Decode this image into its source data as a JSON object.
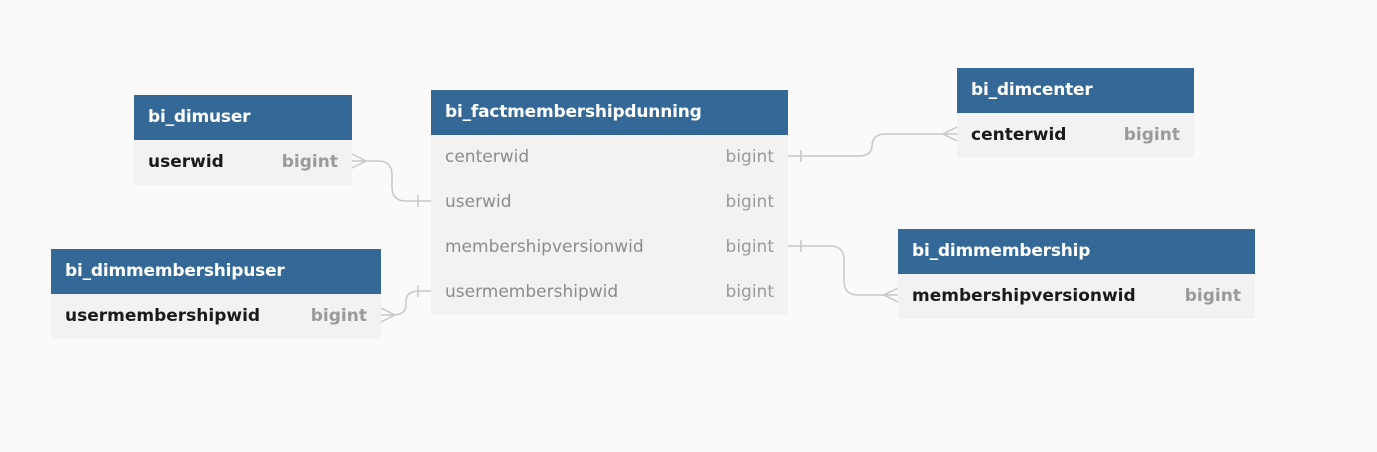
{
  "tables": {
    "dimuser": {
      "name": "bi_dimuser",
      "fields": [
        {
          "name": "userwid",
          "type": "bigint"
        }
      ]
    },
    "fact": {
      "name": "bi_factmembershipdunning",
      "fields": [
        {
          "name": "centerwid",
          "type": "bigint"
        },
        {
          "name": "userwid",
          "type": "bigint"
        },
        {
          "name": "membershipversionwid",
          "type": "bigint"
        },
        {
          "name": "usermembershipwid",
          "type": "bigint"
        }
      ]
    },
    "dimcenter": {
      "name": "bi_dimcenter",
      "fields": [
        {
          "name": "centerwid",
          "type": "bigint"
        }
      ]
    },
    "dimmembershipuser": {
      "name": "bi_dimmembershipuser",
      "fields": [
        {
          "name": "usermembershipwid",
          "type": "bigint"
        }
      ]
    },
    "dimmembership": {
      "name": "bi_dimmembership",
      "fields": [
        {
          "name": "membershipversionwid",
          "type": "bigint"
        }
      ]
    }
  },
  "relationships": [
    {
      "from": "bi_dimuser.userwid",
      "to": "bi_factmembershipdunning.userwid",
      "from_end": "many",
      "to_end": "one"
    },
    {
      "from": "bi_factmembershipdunning.centerwid",
      "to": "bi_dimcenter.centerwid",
      "from_end": "one",
      "to_end": "many"
    },
    {
      "from": "bi_dimmembershipuser.usermembershipwid",
      "to": "bi_factmembershipdunning.usermembershipwid",
      "from_end": "many",
      "to_end": "one"
    },
    {
      "from": "bi_factmembershipdunning.membershipversionwid",
      "to": "bi_dimmembership.membershipversionwid",
      "from_end": "one",
      "to_end": "many"
    }
  ],
  "colors": {
    "header": "#336897",
    "row": "#f2f2f2",
    "background": "#fafafa",
    "connector": "#c8c8c8"
  }
}
